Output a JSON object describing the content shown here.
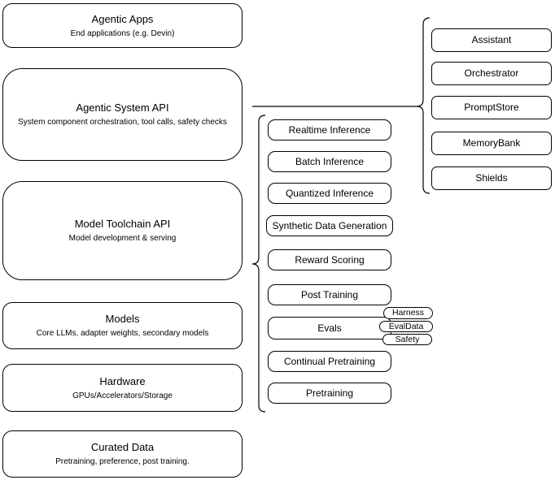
{
  "colors": {
    "background": "#ffffff",
    "box_fill": "#ffffff",
    "stroke": "#000000",
    "text": "#000000"
  },
  "left_stack": [
    {
      "title": "Agentic Apps",
      "subtitle": "End applications (e.g. Devin)"
    },
    {
      "title": "Agentic System API",
      "subtitle": "System component orchestration, tool calls, safety checks"
    },
    {
      "title": "Model Toolchain API",
      "subtitle": "Model development & serving"
    },
    {
      "title": "Models",
      "subtitle": "Core LLMs, adapter weights, secondary models"
    },
    {
      "title": "Hardware",
      "subtitle": "GPUs/Accelerators/Storage"
    },
    {
      "title": "Curated Data",
      "subtitle": "Pretraining, preference, post training."
    }
  ],
  "toolchain_stack": [
    "Realtime Inference",
    "Batch Inference",
    "Quantized Inference",
    "Synthetic Data Generation",
    "Reward Scoring",
    "Post Training",
    "Evals",
    "Continual Pretraining",
    "Pretraining"
  ],
  "agentic_stack": [
    "Assistant",
    "Orchestrator",
    "PromptStore",
    "MemoryBank",
    "Shields"
  ],
  "eval_pills": [
    "Harness",
    "EvalData",
    "Safety"
  ]
}
